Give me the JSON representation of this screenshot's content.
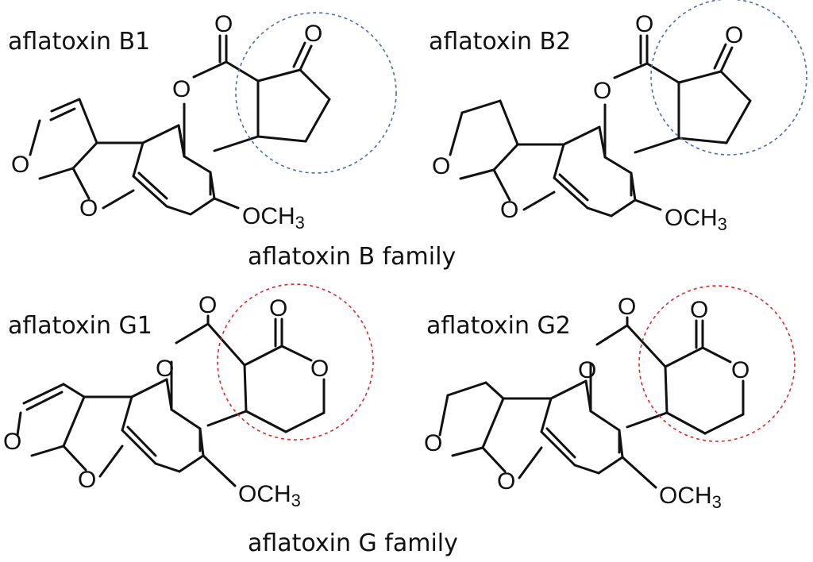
{
  "colors": {
    "b_family_circle": "#4a6ea8",
    "g_family_circle": "#e0282c"
  },
  "labels": {
    "oxygen": "O",
    "methoxy_base": "OCH",
    "methoxy_sub": "3"
  },
  "structures": [
    {
      "name": "aflatoxin B1",
      "family": "B"
    },
    {
      "name": "aflatoxin B2",
      "family": "B"
    },
    {
      "name": "aflatoxin G1",
      "family": "G"
    },
    {
      "name": "aflatoxin G2",
      "family": "G"
    }
  ],
  "families": {
    "b_label": "aflatoxin B family",
    "g_label": "aflatoxin G family"
  }
}
